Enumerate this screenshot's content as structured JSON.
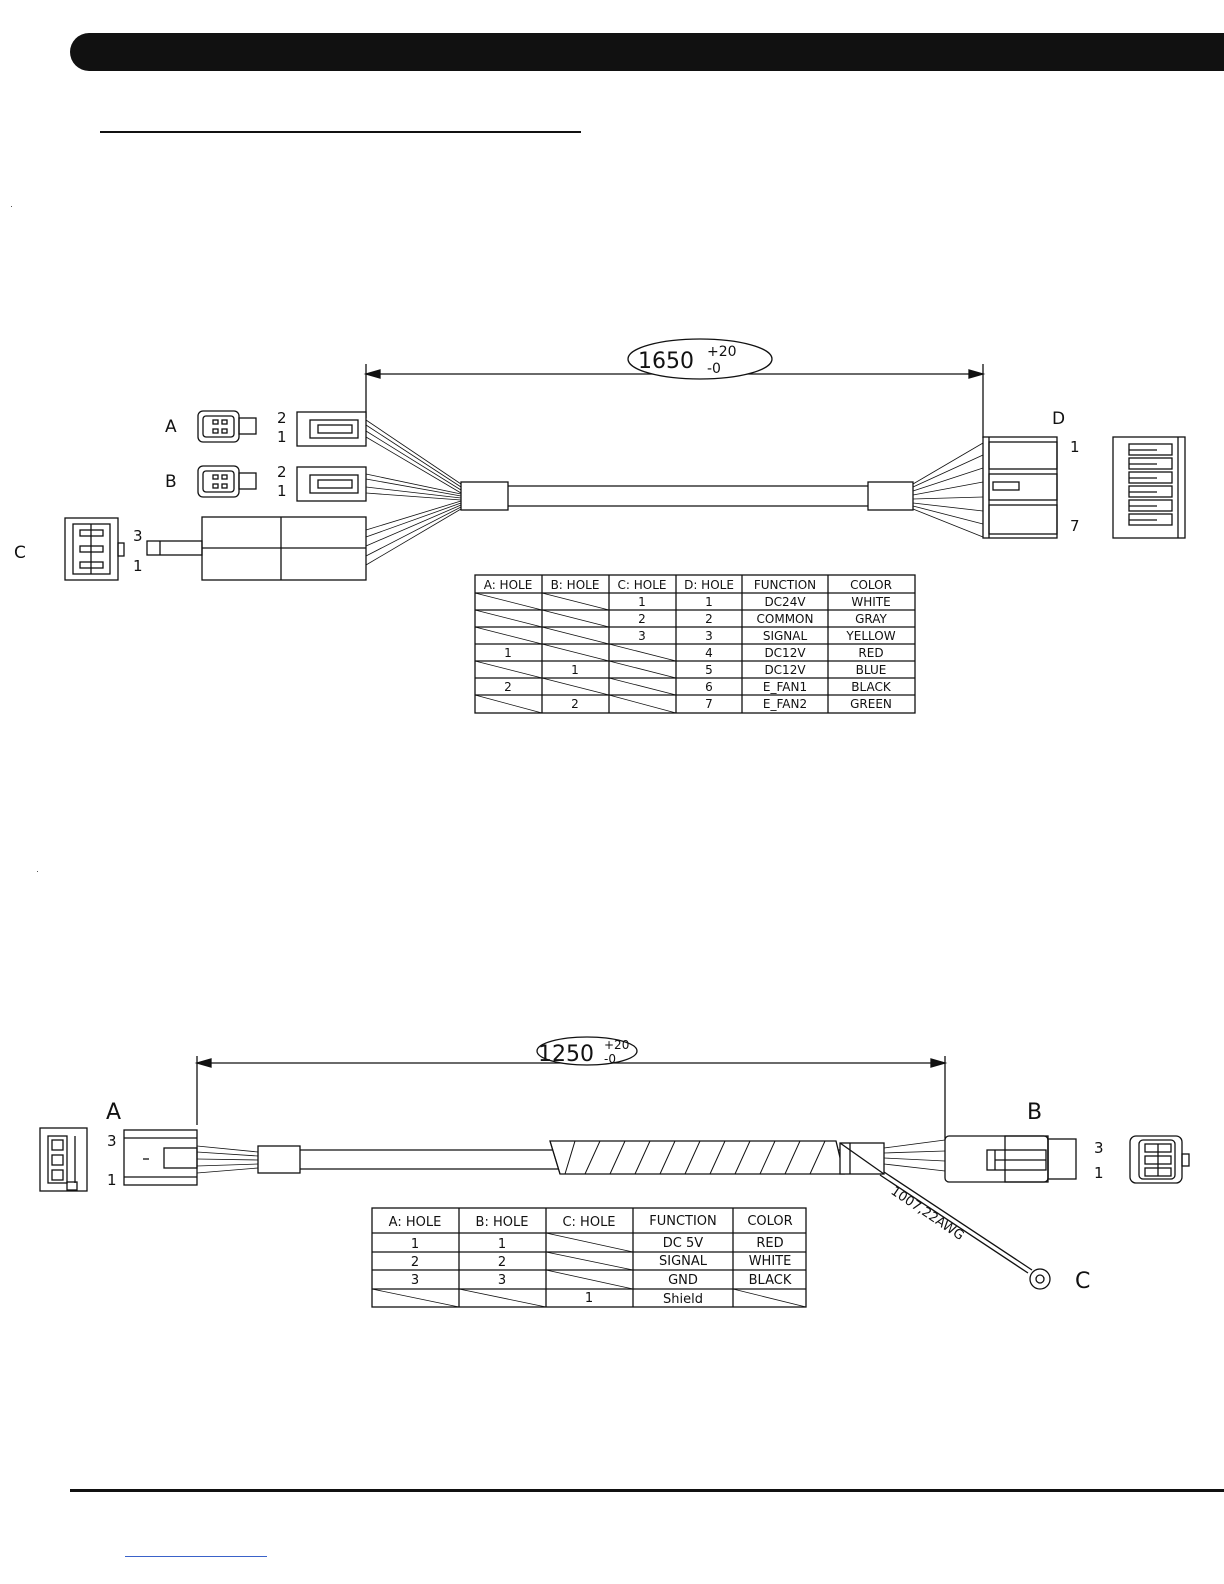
{
  "diagram1": {
    "dimension": {
      "value": "1650",
      "plus": "+20",
      "minus": "-0"
    },
    "labels": {
      "a": "A",
      "b": "B",
      "c": "C",
      "d": "D"
    },
    "pins": {
      "a_top": "2",
      "a_bottom": "1",
      "b_top": "2",
      "b_bottom": "1",
      "c_top": "3",
      "c_bottom": "1",
      "d_top": "1",
      "d_bottom": "7"
    },
    "table": {
      "headers": [
        "A: HOLE",
        "B: HOLE",
        "C: HOLE",
        "D: HOLE",
        "FUNCTION",
        "COLOR"
      ],
      "rows": [
        [
          "",
          "",
          "1",
          "1",
          "DC24V",
          "WHITE"
        ],
        [
          "",
          "",
          "2",
          "2",
          "COMMON",
          "GRAY"
        ],
        [
          "",
          "",
          "3",
          "3",
          "SIGNAL",
          "YELLOW"
        ],
        [
          "1",
          "",
          "",
          "4",
          "DC12V",
          "RED"
        ],
        [
          "",
          "1",
          "",
          "5",
          "DC12V",
          "BLUE"
        ],
        [
          "2",
          "",
          "",
          "6",
          "E_FAN1",
          "BLACK"
        ],
        [
          "",
          "2",
          "",
          "7",
          "E_FAN2",
          "GREEN"
        ]
      ]
    }
  },
  "diagram2": {
    "dimension": {
      "value": "1250",
      "plus": "+20",
      "minus": "-0"
    },
    "labels": {
      "a": "A",
      "b": "B",
      "c": "C"
    },
    "pins": {
      "a_top": "3",
      "a_bottom": "1",
      "b_top": "3",
      "b_bottom": "1"
    },
    "wire_spec": "1007,22AWG",
    "table": {
      "headers": [
        "A: HOLE",
        "B: HOLE",
        "C: HOLE",
        "FUNCTION",
        "COLOR"
      ],
      "rows": [
        [
          "1",
          "1",
          "",
          "DC 5V",
          "RED"
        ],
        [
          "2",
          "2",
          "",
          "SIGNAL",
          "WHITE"
        ],
        [
          "3",
          "3",
          "",
          "GND",
          "BLACK"
        ],
        [
          "",
          "",
          "1",
          "Shield",
          ""
        ]
      ]
    }
  },
  "colors": {
    "ink": "#111111",
    "link": "#3a62c9"
  }
}
